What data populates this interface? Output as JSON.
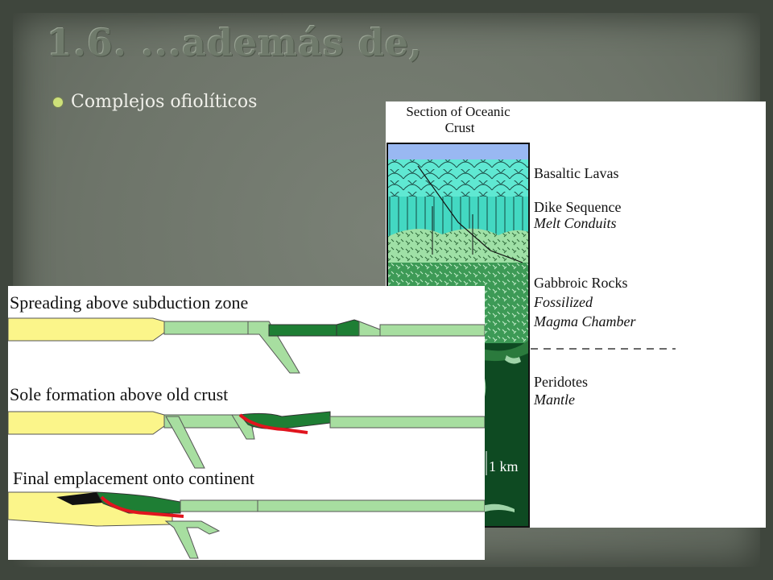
{
  "slide": {
    "title": "1.6. ...además de,",
    "bullets": [
      "Complejos ofiolíticos"
    ]
  },
  "section_diagram": {
    "heading_line1": "Section of Oceanic",
    "heading_line2": "Crust",
    "layers": [
      {
        "name": "Basaltic Lavas",
        "sub": []
      },
      {
        "name": "Dike Sequence",
        "sub": [
          "Melt Conduits"
        ]
      },
      {
        "name": "Gabbroic Rocks",
        "sub": [
          "Fossilized",
          "Magma Chamber"
        ]
      },
      {
        "name": "Peridotes",
        "sub": [
          "Mantle"
        ]
      }
    ],
    "scale_label": "1 km"
  },
  "stages_diagram": {
    "stages": [
      "Spreading above subduction zone",
      "Sole formation above old crust",
      "Final emplacement onto continent"
    ]
  },
  "colors": {
    "continent_yellow": "#fbf58a",
    "crust_light_green": "#a7dea0",
    "ophiolite_dark_green": "#1e7e34",
    "sole_red": "#e0141e",
    "lava_cyan": "#5fe8d2",
    "dike_cyan": "#43d8c2",
    "gabbro_green": "#3d9a56",
    "mantle_green": "#0e4a22",
    "sea_blue": "#99b8f2",
    "bullet": "#cde079"
  }
}
